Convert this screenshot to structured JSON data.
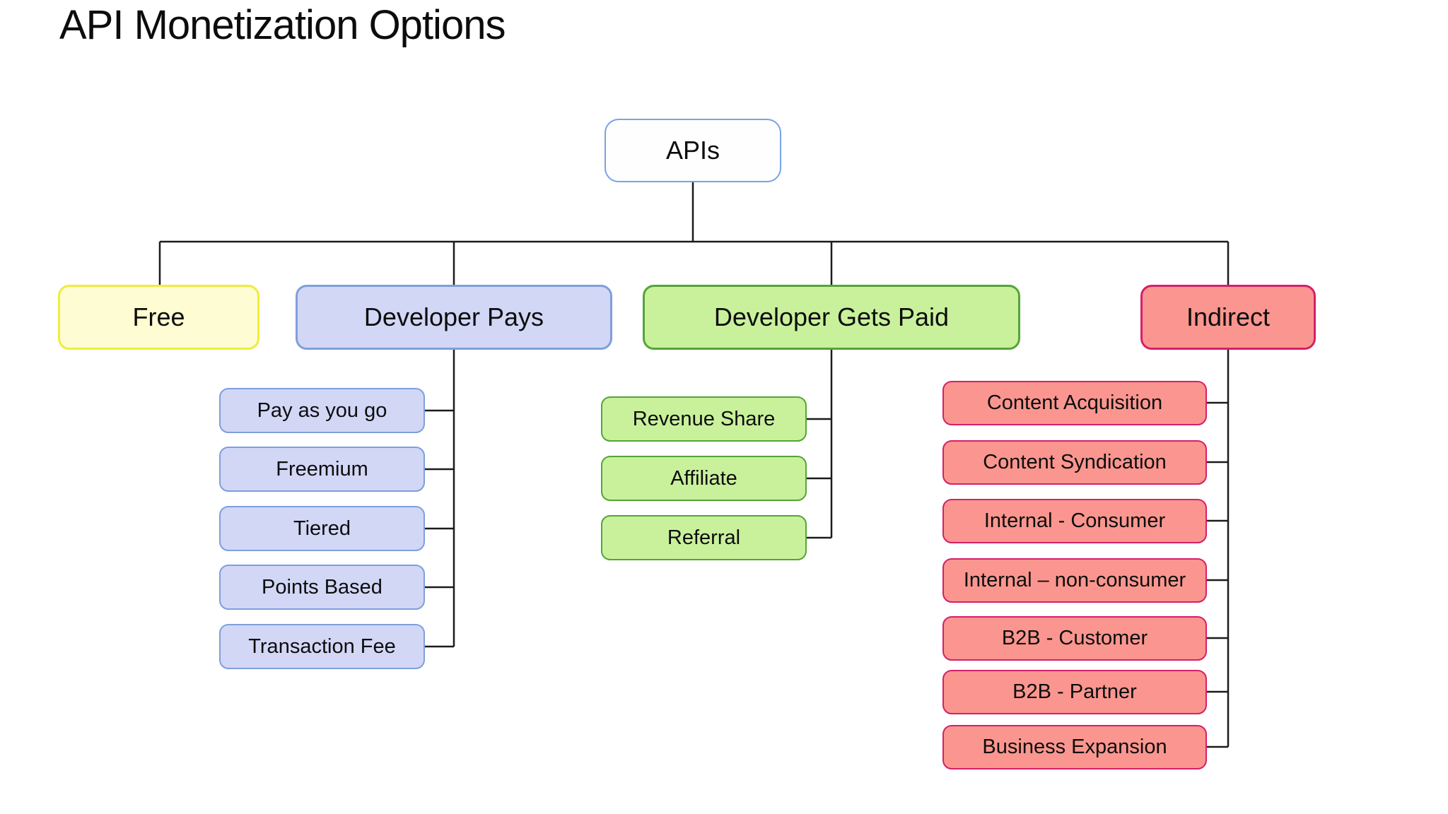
{
  "title": "API Monetization Options",
  "root": {
    "label": "APIs"
  },
  "branches": [
    {
      "label": "Free",
      "theme": "yellow",
      "children": []
    },
    {
      "label": "Developer Pays",
      "theme": "lavender",
      "children": [
        "Pay as you go",
        "Freemium",
        "Tiered",
        "Points Based",
        "Transaction Fee"
      ]
    },
    {
      "label": "Developer Gets Paid",
      "theme": "green",
      "children": [
        "Revenue Share",
        "Affiliate",
        "Referral"
      ]
    },
    {
      "label": "Indirect",
      "theme": "salmon",
      "children": [
        "Content Acquisition",
        "Content Syndication",
        "Internal - Consumer",
        "Internal – non-consumer",
        "B2B - Customer",
        "B2B - Partner",
        "Business Expansion"
      ]
    }
  ],
  "colors": {
    "root_border": "#79A3E6",
    "yellow_fill": "#FDFCD2",
    "yellow_border": "#F0EC3C",
    "lavender_fill": "#D2D7F6",
    "lavender_border": "#7E9FDC",
    "green_fill": "#C9F19C",
    "green_border": "#55A437",
    "salmon_fill": "#FA968F",
    "salmon_border": "#D42069",
    "connector_line": "#1B1B1B"
  }
}
